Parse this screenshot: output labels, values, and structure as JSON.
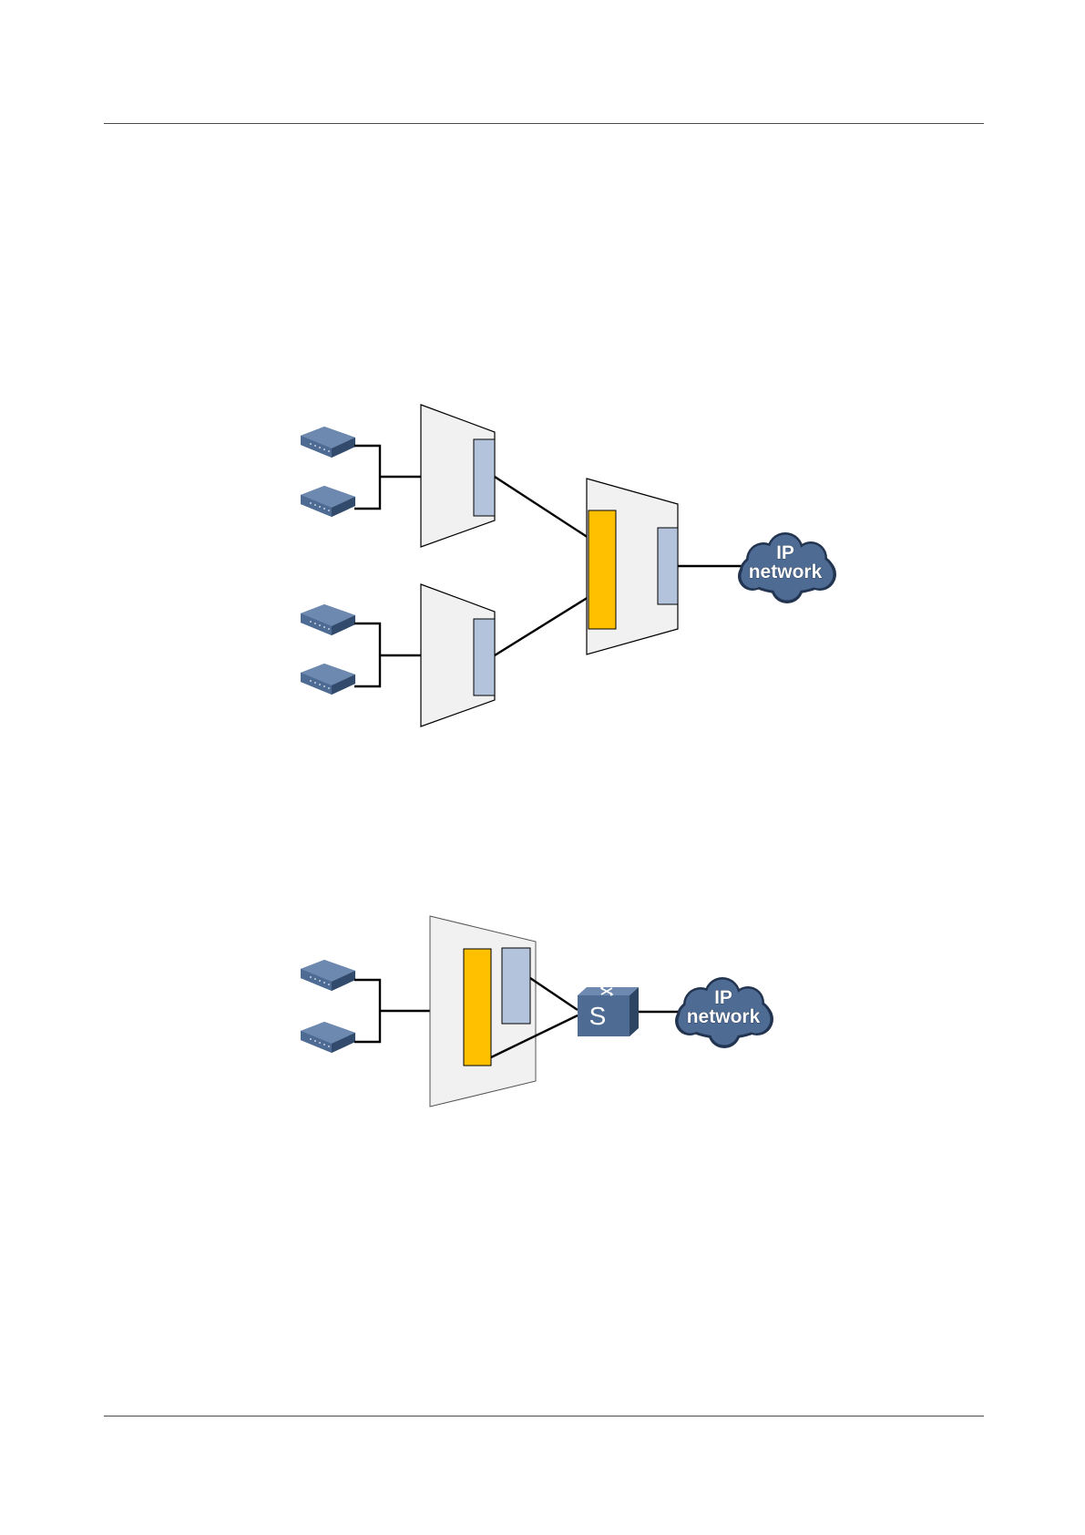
{
  "clouds": {
    "top": {
      "line1": "IP",
      "line2": "network"
    },
    "bottom": {
      "line1": "IP",
      "line2": "network"
    }
  },
  "switch": {
    "label": "S"
  },
  "colors": {
    "chassis_fill": "#f1f1f1",
    "board_fill": "#b3c3dc",
    "control_fill": "#ffc000",
    "device_blue": "#4e6b94",
    "cloud_blue": "#4e6b94",
    "line": "#000000"
  }
}
